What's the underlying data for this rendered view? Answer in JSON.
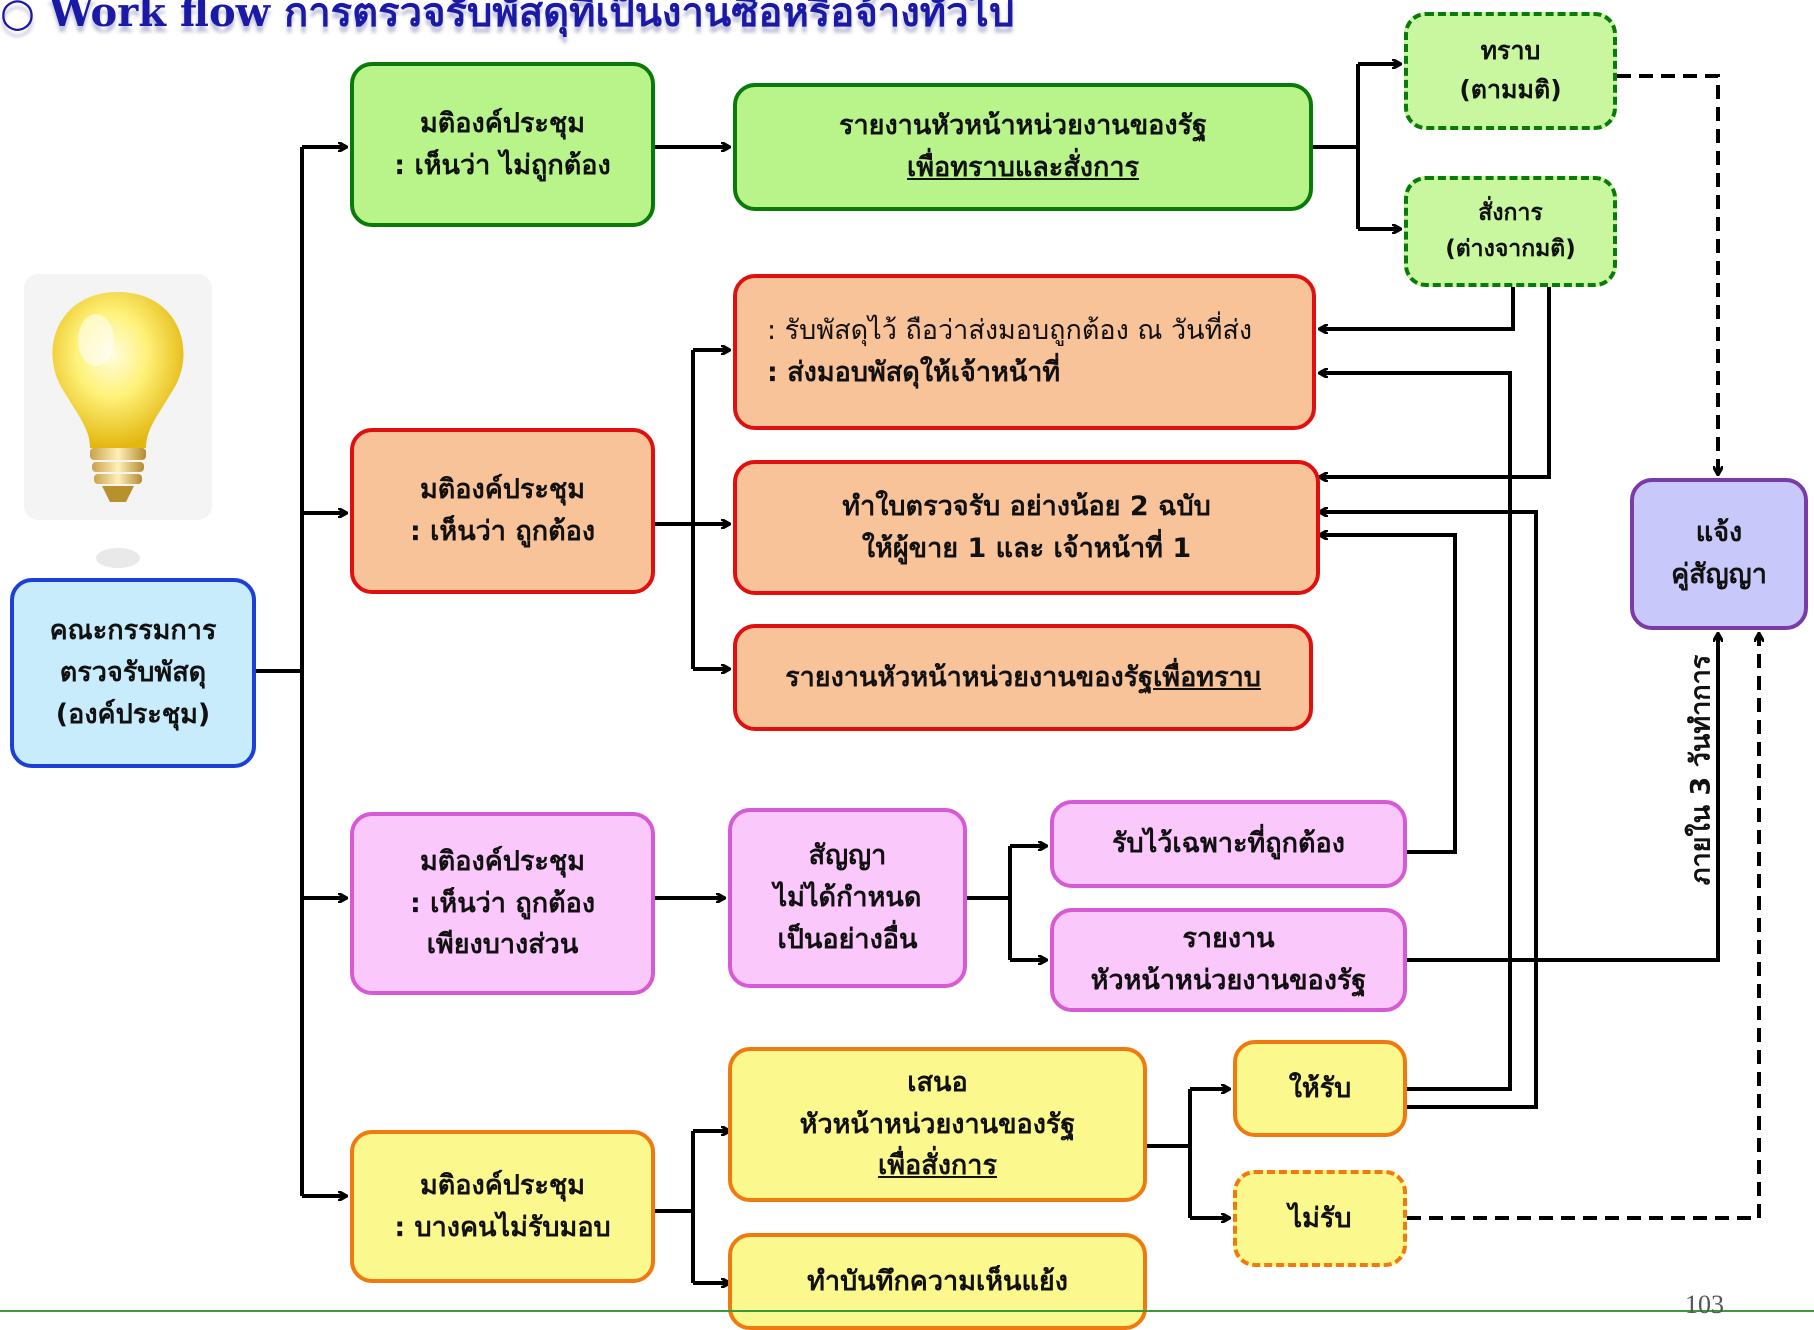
{
  "title": "○ Work flow การตรวจรับพัสดุที่เป็นงานซื้อหรือจ้างทั่วไป",
  "committee": {
    "line1": "คณะกรรมการ",
    "line2": "ตรวจรับพัสดุ",
    "line3": "(องค์ประชุม)"
  },
  "branch1": {
    "main": {
      "line1": "มติองค์ประชุม",
      "line2": ": เห็นว่า ไม่ถูกต้อง"
    },
    "report": {
      "line1": "รายงานหัวหน้าหน่วยงานของรัฐ",
      "line2": "เพื่อทราบและสั่งการ"
    },
    "acknowledge": {
      "line1": "ทราบ",
      "line2": "(ตามมติ)"
    },
    "order": {
      "line1": "สั่งการ",
      "line2": "(ต่างจากมติ)"
    }
  },
  "branch2": {
    "main": {
      "line1": "มติองค์ประชุม",
      "line2": ": เห็นว่า ถูกต้อง"
    },
    "receive": {
      "line1": ": รับพัสดุไว้  ถือว่าส่งมอบถูกต้อง ณ วันที่ส่ง",
      "line2": ":  ส่งมอบพัสดุให้เจ้าหน้าที่"
    },
    "inspection": {
      "line1": "ทำใบตรวจรับ อย่างน้อย 2 ฉบับ",
      "line2": "ให้ผู้ขาย 1 และ เจ้าหน้าที่ 1"
    },
    "report": {
      "part1": "รายงานหัวหน้าหน่วยงานของรัฐ",
      "part2": "เพื่อทราบ"
    }
  },
  "branch3": {
    "main": {
      "line1": "มติองค์ประชุม",
      "line2": ": เห็นว่า ถูกต้อง",
      "line3": "เพียงบางส่วน"
    },
    "contract": {
      "line1": "สัญญา",
      "line2": "ไม่ได้กำหนด",
      "line3": "เป็นอย่างอื่น"
    },
    "accept_correct": "รับไว้เฉพาะที่ถูกต้อง",
    "report": {
      "line1": "รายงาน",
      "line2": "หัวหน้าหน่วยงานของรัฐ"
    }
  },
  "branch4": {
    "main": {
      "line1": "มติองค์ประชุม",
      "line2": ": บางคนไม่รับมอบ"
    },
    "propose": {
      "line1": "เสนอ",
      "line2": "หัวหน้าหน่วยงานของรัฐ",
      "line3": "เพื่อสั่งการ"
    },
    "dissent": "ทำบันทึกความเห็นแย้ง",
    "accept": "ให้รับ",
    "reject": "ไม่รับ"
  },
  "notify": {
    "line1": "แจ้ง",
    "line2": "คู่สัญญา"
  },
  "deadline_label": "ภายใน 3 วันทำการ",
  "page_number": "103",
  "colors": {
    "green": "#b9f48a",
    "orange": "#f9c39a",
    "pink": "#fbc8fb",
    "yellow": "#fbf88d",
    "blue": "#c9ecfd",
    "violet": "#c8c8fb",
    "title": "#1a1aa6"
  },
  "icons": [
    "lightbulb-icon"
  ]
}
